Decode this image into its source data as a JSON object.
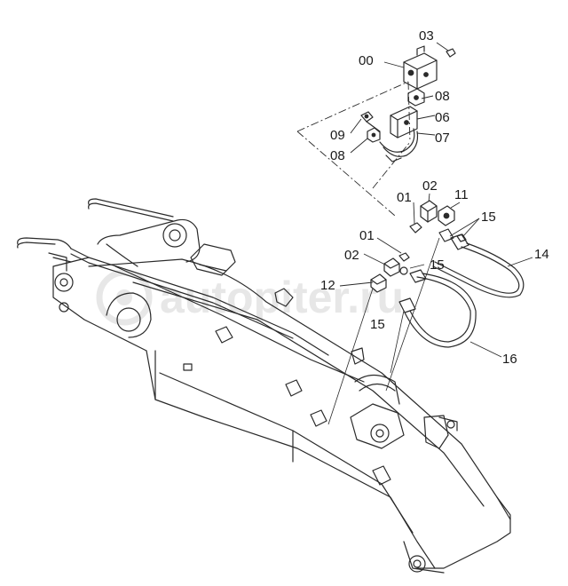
{
  "watermark": "autopiter.ru",
  "part_labels": {
    "p00": "00",
    "p03": "03",
    "p08a": "08",
    "p06": "06",
    "p09": "09",
    "p07": "07",
    "p08b": "08",
    "p01a": "01",
    "p02a": "02",
    "p11": "11",
    "p15a": "15",
    "p01b": "01",
    "p14": "14",
    "p02b": "02",
    "p15b": "15",
    "p12": "12",
    "p15c": "15",
    "p16": "16"
  }
}
